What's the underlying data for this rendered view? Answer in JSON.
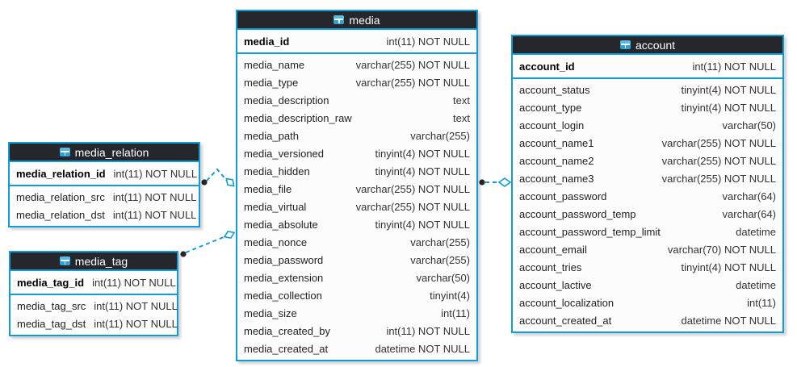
{
  "diagram": {
    "colors": {
      "accent": "#0f9cd8",
      "header_bg": "#25272c",
      "header_text": "#ffffff",
      "row_bg": "#fcfcfc",
      "text": "#1f1f1f",
      "connector_dot": "#26262b"
    },
    "tables": [
      {
        "name": "media_relation",
        "icon": "table-icon",
        "primary_key": {
          "name": "media_relation_id",
          "type": "int(11) NOT NULL"
        },
        "columns": [
          {
            "name": "media_relation_src",
            "type": "int(11) NOT NULL"
          },
          {
            "name": "media_relation_dst",
            "type": "int(11) NOT NULL"
          }
        ]
      },
      {
        "name": "media_tag",
        "icon": "table-icon",
        "primary_key": {
          "name": "media_tag_id",
          "type": "int(11) NOT NULL"
        },
        "columns": [
          {
            "name": "media_tag_src",
            "type": "int(11) NOT NULL"
          },
          {
            "name": "media_tag_dst",
            "type": "int(11) NOT NULL"
          }
        ]
      },
      {
        "name": "media",
        "icon": "table-icon",
        "primary_key": {
          "name": "media_id",
          "type": "int(11) NOT NULL"
        },
        "columns": [
          {
            "name": "media_name",
            "type": "varchar(255) NOT NULL"
          },
          {
            "name": "media_type",
            "type": "varchar(255) NOT NULL"
          },
          {
            "name": "media_description",
            "type": "text"
          },
          {
            "name": "media_description_raw",
            "type": "text"
          },
          {
            "name": "media_path",
            "type": "varchar(255)"
          },
          {
            "name": "media_versioned",
            "type": "tinyint(4) NOT NULL"
          },
          {
            "name": "media_hidden",
            "type": "tinyint(4) NOT NULL"
          },
          {
            "name": "media_file",
            "type": "varchar(255) NOT NULL"
          },
          {
            "name": "media_virtual",
            "type": "varchar(255) NOT NULL"
          },
          {
            "name": "media_absolute",
            "type": "tinyint(4) NOT NULL"
          },
          {
            "name": "media_nonce",
            "type": "varchar(255)"
          },
          {
            "name": "media_password",
            "type": "varchar(255)"
          },
          {
            "name": "media_extension",
            "type": "varchar(50)"
          },
          {
            "name": "media_collection",
            "type": "tinyint(4)"
          },
          {
            "name": "media_size",
            "type": "int(11)"
          },
          {
            "name": "media_created_by",
            "type": "int(11) NOT NULL"
          },
          {
            "name": "media_created_at",
            "type": "datetime NOT NULL"
          }
        ]
      },
      {
        "name": "account",
        "icon": "table-icon",
        "primary_key": {
          "name": "account_id",
          "type": "int(11) NOT NULL"
        },
        "columns": [
          {
            "name": "account_status",
            "type": "tinyint(4) NOT NULL"
          },
          {
            "name": "account_type",
            "type": "tinyint(4) NOT NULL"
          },
          {
            "name": "account_login",
            "type": "varchar(50)"
          },
          {
            "name": "account_name1",
            "type": "varchar(255) NOT NULL"
          },
          {
            "name": "account_name2",
            "type": "varchar(255) NOT NULL"
          },
          {
            "name": "account_name3",
            "type": "varchar(255) NOT NULL"
          },
          {
            "name": "account_password",
            "type": "varchar(64)"
          },
          {
            "name": "account_password_temp",
            "type": "varchar(64)"
          },
          {
            "name": "account_password_temp_limit",
            "type": "datetime"
          },
          {
            "name": "account_email",
            "type": "varchar(70) NOT NULL"
          },
          {
            "name": "account_tries",
            "type": "tinyint(4) NOT NULL"
          },
          {
            "name": "account_lactive",
            "type": "datetime"
          },
          {
            "name": "account_localization",
            "type": "int(11)"
          },
          {
            "name": "account_created_at",
            "type": "datetime NOT NULL"
          }
        ]
      }
    ],
    "relationships": [
      {
        "from": "media_relation",
        "to": "media",
        "style": "dashed"
      },
      {
        "from": "media_tag",
        "to": "media",
        "style": "dashed"
      },
      {
        "from": "media",
        "to": "account",
        "style": "dashed"
      }
    ]
  }
}
